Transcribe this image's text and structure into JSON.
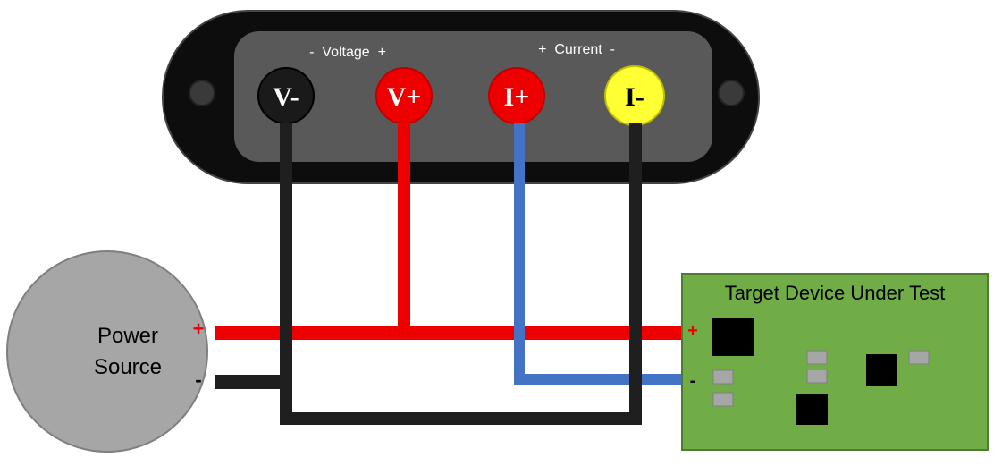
{
  "meter": {
    "voltage_label": "-  Voltage  +",
    "current_label": "+  Current  -",
    "terminals": [
      {
        "label": "V-",
        "color": "#1a1a1a",
        "text_color": "#ffffff"
      },
      {
        "label": "V+",
        "color": "#ee0000",
        "text_color": "#ffffff"
      },
      {
        "label": "I+",
        "color": "#ee0000",
        "text_color": "#ffffff"
      },
      {
        "label": "I-",
        "color": "#ffff33",
        "text_color": "#000000"
      }
    ]
  },
  "power_source": {
    "line1": "Power",
    "line2": "Source",
    "plus": "+",
    "minus": "-"
  },
  "target": {
    "title": "Target Device Under Test",
    "plus": "+",
    "minus": "-"
  },
  "colors": {
    "red_wire": "#ee0000",
    "black_wire": "#1f1f1f",
    "blue_wire": "#4472c4",
    "board": "#70ad47",
    "power_source": "#a6a6a6"
  }
}
